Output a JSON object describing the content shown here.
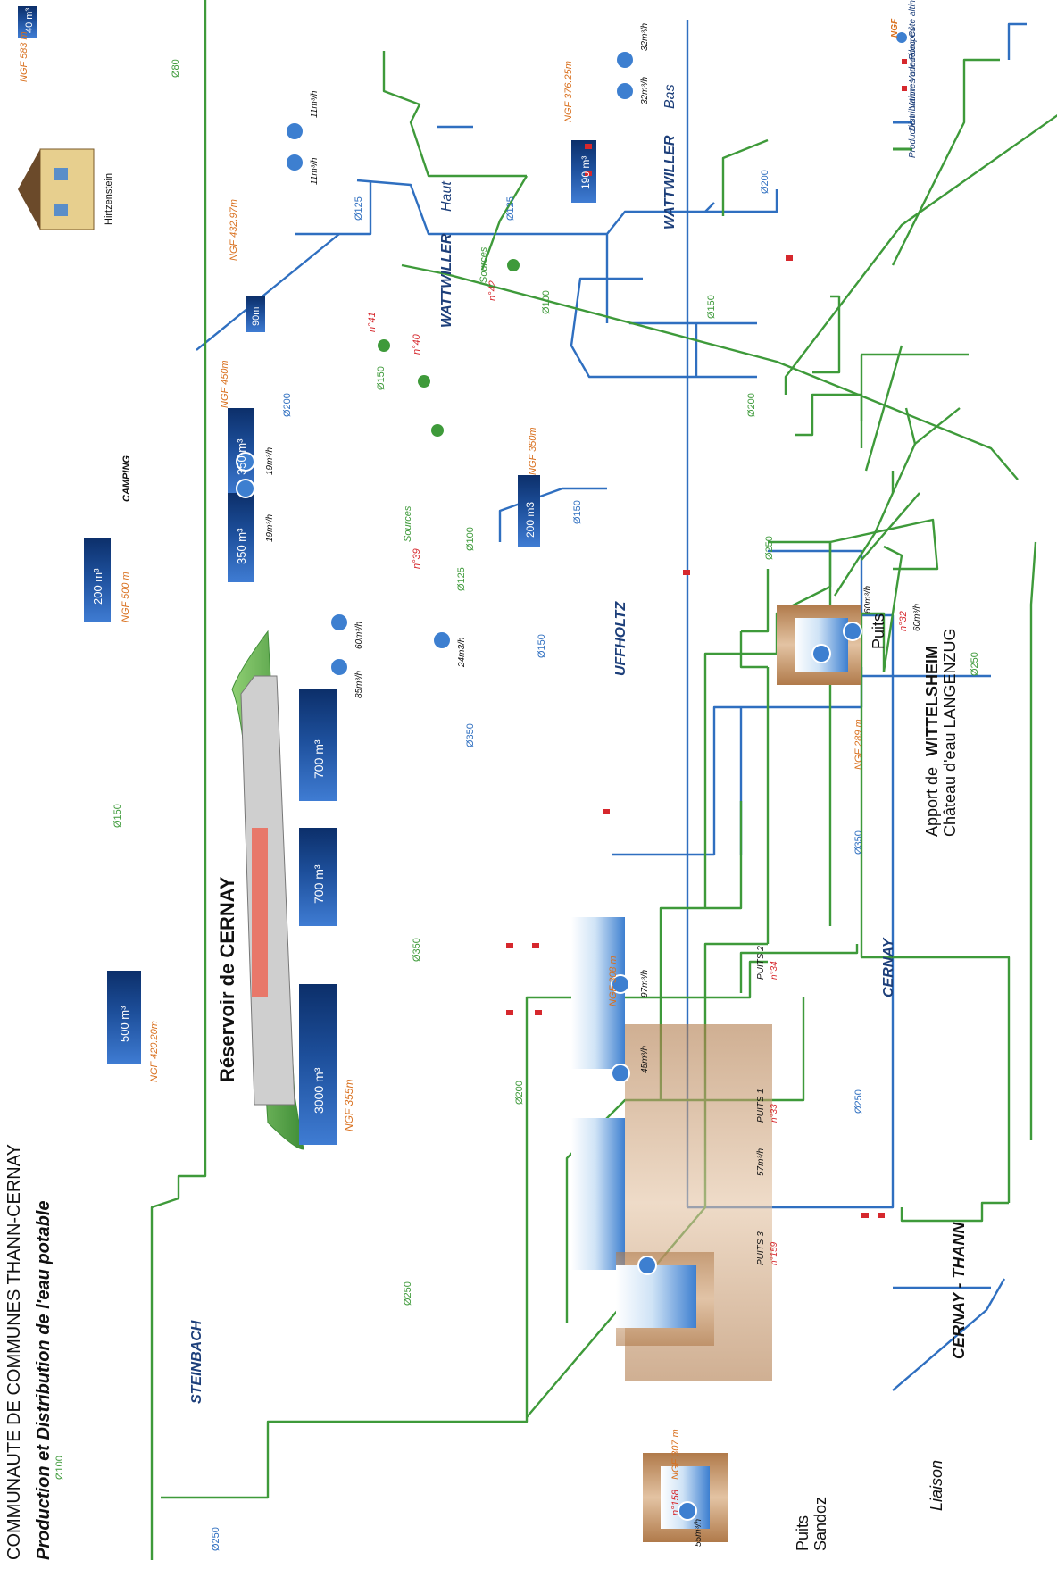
{
  "header": {
    "title": "COMMUNAUTE DE COMMUNES THANN-CERNAY",
    "subtitle": "Production et Distribution de l'eau potable"
  },
  "towns": {
    "steinbach": "STEINBACH",
    "cernay": "CERNAY",
    "uffholtz": "UFFHOLTZ",
    "wattwiller_haut_a": "WATTWILLER",
    "wattwiller_haut_b": "Haut",
    "wattwiller_bas_a": "WATTWILLER",
    "wattwiller_bas_b": "Bas"
  },
  "main_reservoir": {
    "title": "Réservoir de CERNAY",
    "ngf": "NGF 355m",
    "tanks": [
      "3000 m³",
      "700 m³",
      "700 m³"
    ]
  },
  "reservoirs": {
    "r500": "500 m³",
    "r500_ngf": "NGF 420.20m",
    "r200a": "200 m³",
    "r200a_ngf": "NGF 500 m",
    "r350a": "350 m³",
    "r350b": "350 m³",
    "r350_ngf": "NGF 450m",
    "r90": "90m",
    "r432_ngf": "NGF 432.97m",
    "r40": "40 m³",
    "r583_ngf": "NGF 583 m",
    "r200b": "200 m3",
    "r350m_ngf": "NGF 350m",
    "r190": "190 m³",
    "r376_ngf": "NGF 376.25m"
  },
  "wells": {
    "sandoz_a": "Puits",
    "sandoz_b": "Sandoz",
    "sandoz_ngf": "NGF 307 m",
    "sandoz_n": "n°158",
    "sandoz_flow": "55m³/h",
    "p1": "PUITS 1",
    "p1_n": "n°33",
    "p2": "PUITS 2",
    "p2_n": "n°34",
    "p12_ngf": "NGF 308 m",
    "p3": "PUITS 3",
    "p3_n": "n°159",
    "p3_flow": "57m³/h",
    "puits32_a": "Puits",
    "puits32_n": "n°32",
    "puits32_flow": "60m³/h",
    "puits32_ngf": "NGF 289 m"
  },
  "pumps": {
    "f45": "45m³/h",
    "f97": "97m³/h",
    "f85": "85m³/h",
    "f60": "60m³/h",
    "f24": "24m3/h",
    "f19a": "19m³/h",
    "f19b": "19m³/h",
    "f11a": "11m³/h",
    "f11b": "11m³/h",
    "f32a": "32m³/h",
    "f32b": "32m³/h",
    "f60b": "60m³/h"
  },
  "sources": {
    "label_a": "Sources",
    "n39": "n°39",
    "n40": "n°40",
    "n41": "n°41",
    "label_b": "Sources",
    "n42": "n°42"
  },
  "places": {
    "camping": "CAMPING",
    "hirtzenstein": "Hirtzenstein"
  },
  "diameters": {
    "d250a": "Ø250",
    "d100a": "Ø100",
    "d250b": "Ø250",
    "d250c": "Ø250",
    "d200a": "Ø200",
    "d350a": "Ø350",
    "d350b": "Ø350",
    "d350c": "Ø350",
    "d150a": "Ø150",
    "d150b": "Ø150",
    "d125a": "Ø125",
    "d100b": "Ø100",
    "d150c": "Ø150",
    "d200b": "Ø200",
    "d200c": "Ø200",
    "d150d": "Ø150",
    "d200d": "Ø200",
    "d250d": "Ø250",
    "d150e": "Ø150",
    "d125b": "Ø125",
    "d125c": "Ø125",
    "d100c": "Ø100",
    "d200e": "Ø200",
    "d80": "Ø80",
    "d250e": "Ø250"
  },
  "liaison": {
    "a": "Liaison",
    "b": "CERNAY - THANN"
  },
  "apport": {
    "a": "Apport de",
    "b": "WITTELSHEIM",
    "c": "Château d'eau LANGENZUG"
  },
  "legend": {
    "ngf_key": "NGF",
    "ngf": "Côte altimétrique",
    "pompes": "Pompes",
    "vannes": "Vannes",
    "vannes_elec": "Vannes cde. élec.",
    "distribution": "Distribution",
    "production": "Production"
  },
  "colors": {
    "distribution": "#2f6fc0",
    "production": "#3e9a3a",
    "ngf": "#d9701e",
    "valve": "#d6282d",
    "label_bg": "#dbe6f3",
    "tank": "#1d4f9b"
  }
}
